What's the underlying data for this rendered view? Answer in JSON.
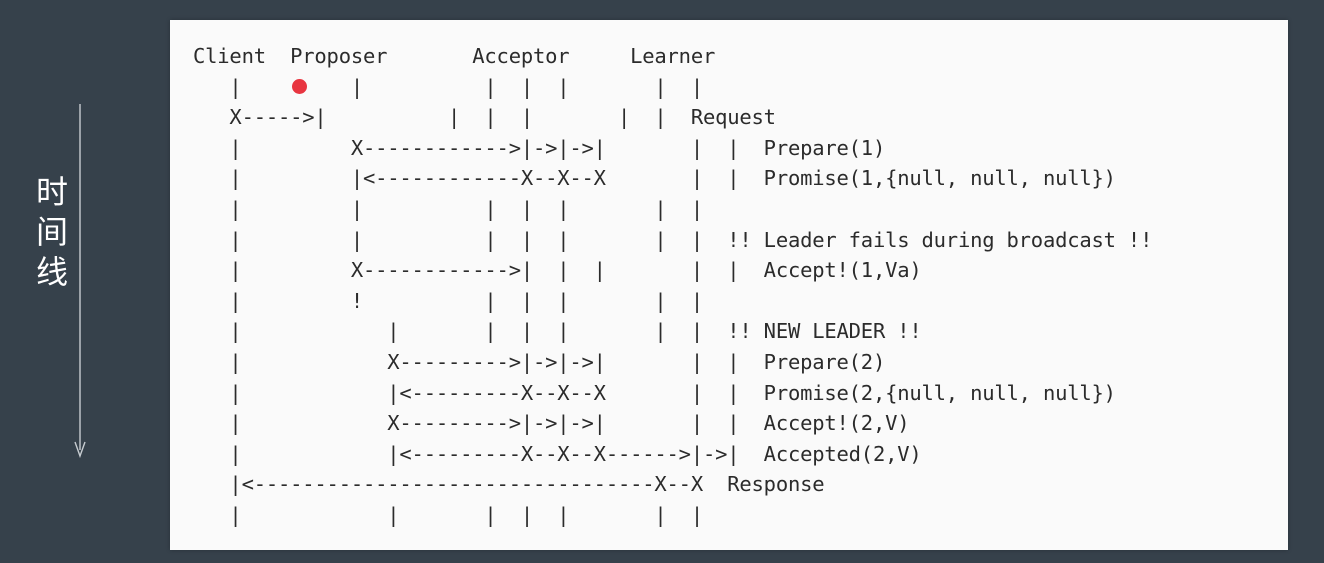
{
  "timeline": {
    "label_chars": [
      "时",
      "间",
      "线"
    ]
  },
  "diagram": {
    "lines": [
      "Client  Proposer       Acceptor     Learner",
      "   |         |          |  |  |       |  |",
      "   X----->|          |  |  |       |  |  Request",
      "   |         X------------>|->|->|       |  |  Prepare(1)",
      "   |         |<------------X--X--X       |  |  Promise(1,{null, null, null})",
      "   |         |          |  |  |       |  |",
      "   |         |          |  |  |       |  |  !! Leader fails during broadcast !!",
      "   |         X------------>|  |  |       |  |  Accept!(1,Va)",
      "   |         !          |  |  |       |  |",
      "   |            |       |  |  |       |  |  !! NEW LEADER !!",
      "   |            X--------->|->|->|       |  |  Prepare(2)",
      "   |            |<---------X--X--X       |  |  Promise(2,{null, null, null})",
      "   |            X--------->|->|->|       |  |  Accept!(2,V)",
      "   |            |<---------X--X--X------>|->|  Accepted(2,V)",
      "   |<---------------------------------X--X  Response",
      "   |            |       |  |  |       |  |"
    ]
  },
  "colors": {
    "background": "#36414b",
    "panel": "#fafafa",
    "text": "#2b2b2b",
    "pointer": "#e83540"
  }
}
